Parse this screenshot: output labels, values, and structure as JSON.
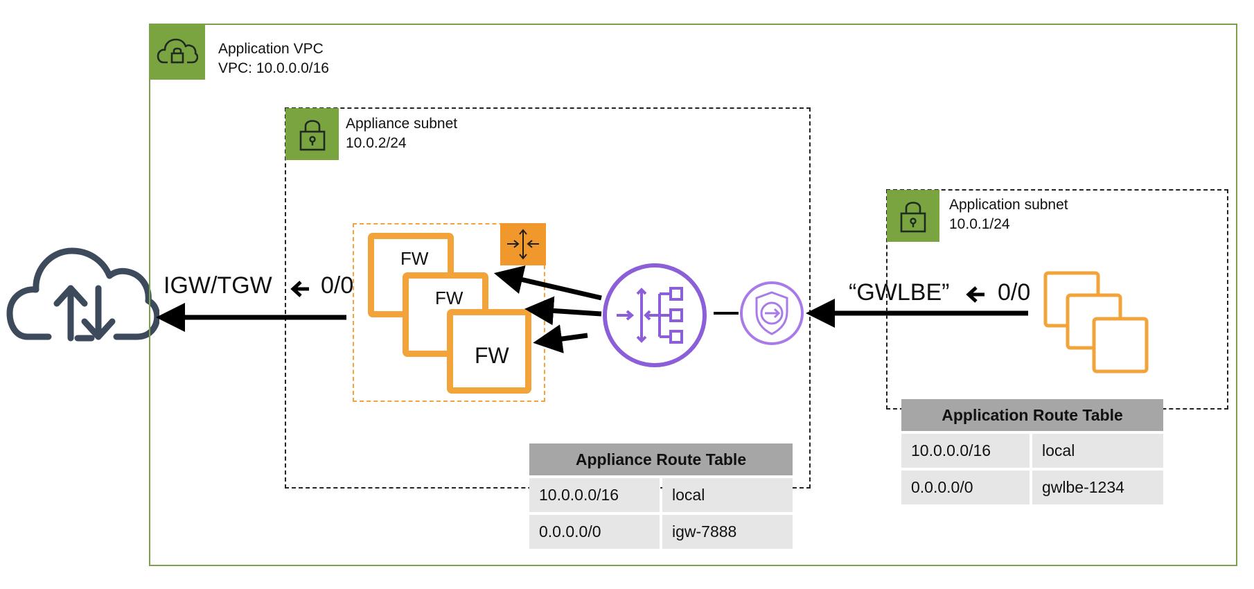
{
  "vpc": {
    "title": "Application VPC",
    "cidr": "VPC: 10.0.0.0/16",
    "icon": "vpc-cloud-lock-icon",
    "border_color": "#7aa24e"
  },
  "appliance_subnet": {
    "title": "Appliance subnet",
    "cidr": "10.0.2/24",
    "icon": "padlock-icon",
    "firewalls": [
      "FW",
      "FW",
      "FW"
    ],
    "fw_color": "#f2a33a",
    "group_icon": "auto-scaling-icon"
  },
  "application_subnet": {
    "title": "Application subnet",
    "cidr": "10.0.1/24",
    "icon": "padlock-icon",
    "instances_icon": "ec2-instances-icon"
  },
  "internet": {
    "icon": "cloud-upload-download-icon",
    "label": "IGW/TGW",
    "route": "0/0"
  },
  "gwlbe": {
    "label": "“GWLBE”",
    "route": "0/0",
    "icon": "gateway-load-balancer-endpoint-icon"
  },
  "gwlb": {
    "icon": "gateway-load-balancer-icon",
    "color": "#8c5fd9"
  },
  "appliance_route_table": {
    "title": "Appliance Route Table",
    "rows": [
      [
        "10.0.0.0/16",
        "local"
      ],
      [
        "0.0.0.0/0",
        "igw-7888"
      ]
    ]
  },
  "application_route_table": {
    "title": "Application Route Table",
    "rows": [
      [
        "10.0.0.0/16",
        "local"
      ],
      [
        "0.0.0.0/0",
        "gwlbe-1234"
      ]
    ]
  }
}
